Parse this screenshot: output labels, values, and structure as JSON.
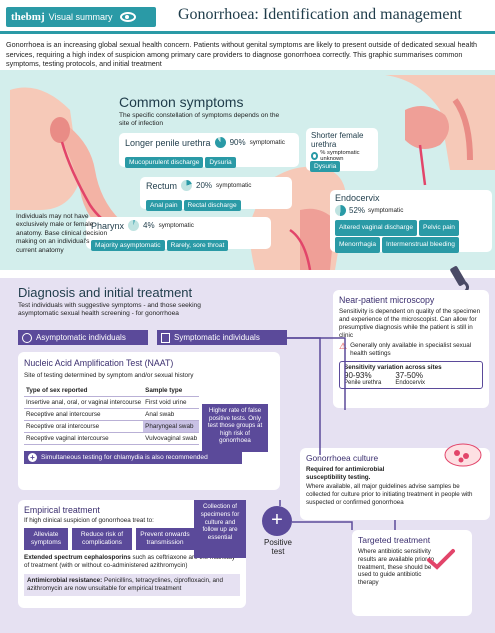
{
  "header": {
    "logo": "thebmj",
    "badge": "Visual summary",
    "title": "Gonorrhoea: Identification and management"
  },
  "intro": "Gonorrhoea is an increasing global sexual health concern. Patients without genital symptoms are likely to present outside of dedicated sexual health services, requiring a high index of suspicion among primary care providers to diagnose gonorrhoea correctly. This graphic summarises common symptoms, testing protocols, and initial treatment",
  "symptoms": {
    "title": "Common symptoms",
    "subtitle": "The specific constellation of symptoms depends on the site of infection",
    "penile": {
      "title": "Longer penile urethra",
      "pct": "90%",
      "unit": "symptomatic",
      "tags": [
        "Mucopurulent discharge",
        "Dysuria"
      ],
      "fraction": 0.9
    },
    "female": {
      "title": "Shorter female urethra",
      "pct": "?",
      "unit": "% symptomatic unknown",
      "tags": [
        "Dysuria"
      ]
    },
    "rectum": {
      "title": "Rectum",
      "pct": "20%",
      "unit": "symptomatic",
      "tags": [
        "Anal pain",
        "Rectal discharge"
      ],
      "fraction": 0.2
    },
    "pharynx": {
      "title": "Pharynx",
      "pct": "4%",
      "unit": "symptomatic",
      "tags": [
        "Majority asymptomatic",
        "Rarely, sore throat"
      ],
      "fraction": 0.04
    },
    "endocervix": {
      "title": "Endocervix",
      "pct": "52%",
      "unit": "symptomatic",
      "tags": [
        "Altered vaginal discharge",
        "Pelvic pain",
        "Menorrhagia",
        "Intermenstrual bleeding"
      ],
      "fraction": 0.52
    },
    "note": "Individuals may not have exclusively male or female anatomy. Base clinical decision making on an individual's current anatomy"
  },
  "diagnosis": {
    "title": "Diagnosis and initial treatment",
    "subtitle": "Test individuals with suggestive symptoms - and those seeking asymptomatic sexual health screening - for gonorrhoea",
    "asym": "Asymptomatic individuals",
    "sym": "Symptomatic individuals",
    "naat": {
      "title": "Nucleic Acid Amplification Test (NAAT)",
      "sub": "Site of testing determined by symptom and/or sexual history",
      "col1": "Type of sex reported",
      "col2": "Sample type",
      "rows": [
        [
          "Insertive anal, oral, or vaginal intercourse",
          "First void urine"
        ],
        [
          "Receptive anal intercourse",
          "Anal swab"
        ],
        [
          "Receptive oral intercourse",
          "Pharyngeal swab"
        ],
        [
          "Receptive vaginal intercourse",
          "Vulvovaginal swab"
        ]
      ],
      "chlamydia": "Simultaneous testing for chlamydia is also recommended"
    },
    "fp_note": "Higher rate of false positive tests. Only test those groups at high risk of gonorrhoea",
    "microscopy": {
      "title": "Near-patient microscopy",
      "text": "Sensitivity is dependent on quality of the specimen and experience of the microscopist. Can allow for presumptive diagnosis while the patient is still in clinic",
      "warning": "Generally only available in specialist sexual health settings",
      "sens_title": "Sensitivity variation across sites",
      "s1": "90-93%",
      "s1l": "Penile urethra",
      "s2": "37-50%",
      "s2l": "Endocervix"
    },
    "culture": {
      "title": "Gonorrhoea culture",
      "bold": "Required for antimicrobial susceptibility testing.",
      "text": "Where available, all major guidelines advise samples be collected for culture prior to initiating treatment in people with suspected or confirmed gonorrhoea"
    },
    "empirical": {
      "title": "Empirical treatment",
      "sub": "If high clinical suspicion of gonorrhoea treat to:",
      "b1": "Alleviate symptoms",
      "b2": "Reduce risk of complications",
      "b3": "Prevent onwards transmission",
      "ceph_bold": "Extended spectrum cephalosporins",
      "ceph": "such as ceftriaxone are the mainstay of treatment (with or without co-administered azithromycin)",
      "amr_bold": "Antimicrobial resistance:",
      "amr": "Penicillins, tetracyclines, ciprofloxacin, and azithromycin are now unsuitable for empirical treatment"
    },
    "collection": "Collection of specimens for culture and follow up are essential",
    "positive": "Positive test",
    "targeted": {
      "title": "Targeted treatment",
      "text": "Where antibiotic sensitivity results are available prior to treatment, these should be used to guide antibiotic therapy"
    }
  },
  "colors": {
    "teal": "#2a9aa6",
    "purple": "#5b4a9a",
    "pink": "#e2456a"
  }
}
